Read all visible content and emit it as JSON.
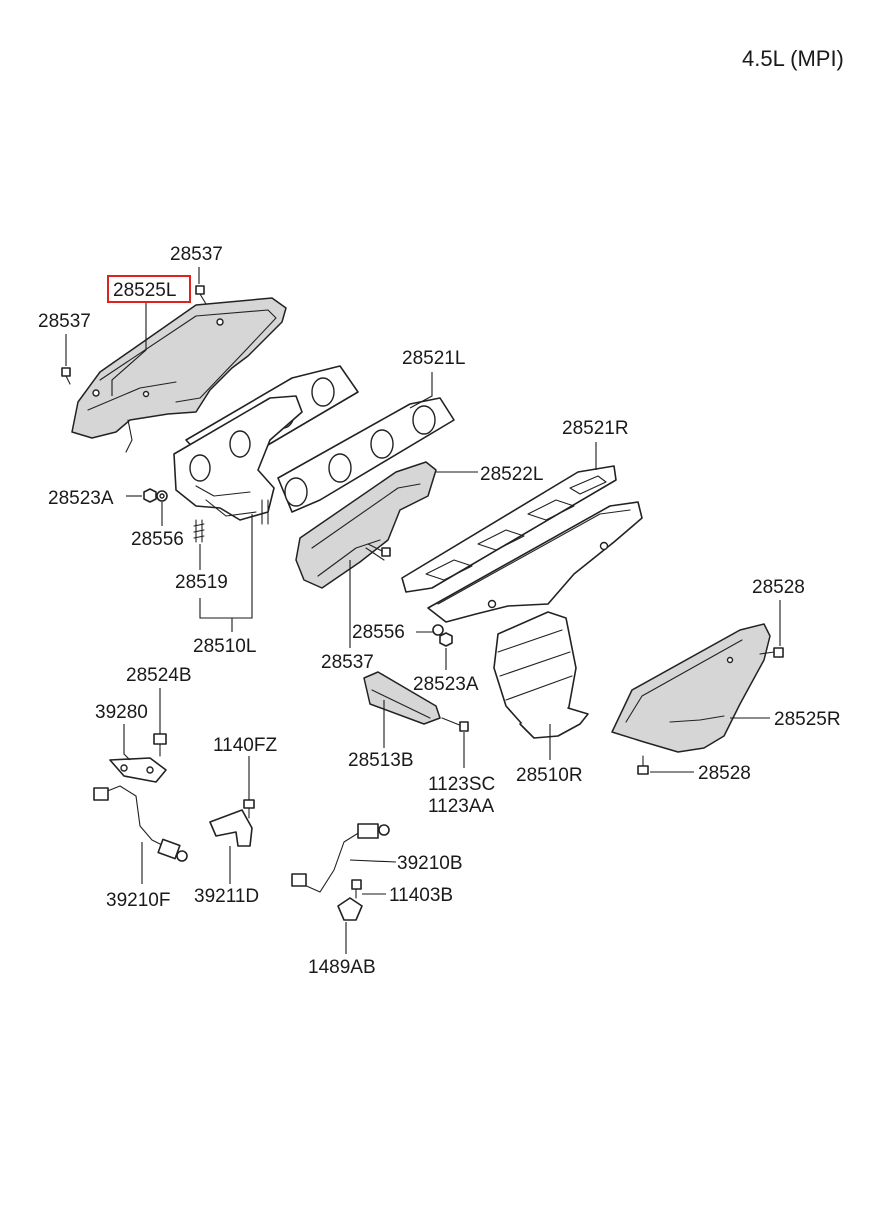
{
  "header": {
    "engine_label": "4.5L (MPI)"
  },
  "highlighted_part": "28525L",
  "labels": {
    "p28537_top": "28537",
    "p28525L": "28525L",
    "p28537_left": "28537",
    "p28521L": "28521L",
    "p28521R": "28521R",
    "p28522L": "28522L",
    "p28523A_left": "28523A",
    "p28556_left": "28556",
    "p28519": "28519",
    "p28510L": "28510L",
    "p28556_mid": "28556",
    "p28537_mid": "28537",
    "p28523A_mid": "28523A",
    "p28528_top": "28528",
    "p28525R": "28525R",
    "p28528_bottom": "28528",
    "p28524B": "28524B",
    "p39280": "39280",
    "p1140FZ": "1140FZ",
    "p28513B": "28513B",
    "p1123SC": "1123SC",
    "p1123AA": "1123AA",
    "p28510R": "28510R",
    "p39210F": "39210F",
    "p39211D": "39211D",
    "p39210B": "39210B",
    "p11403B": "11403B",
    "p1489AB": "1489AB"
  },
  "colors": {
    "highlight": "#e0221f",
    "line": "#1a1a1a",
    "shade": "#d6d6d6"
  }
}
